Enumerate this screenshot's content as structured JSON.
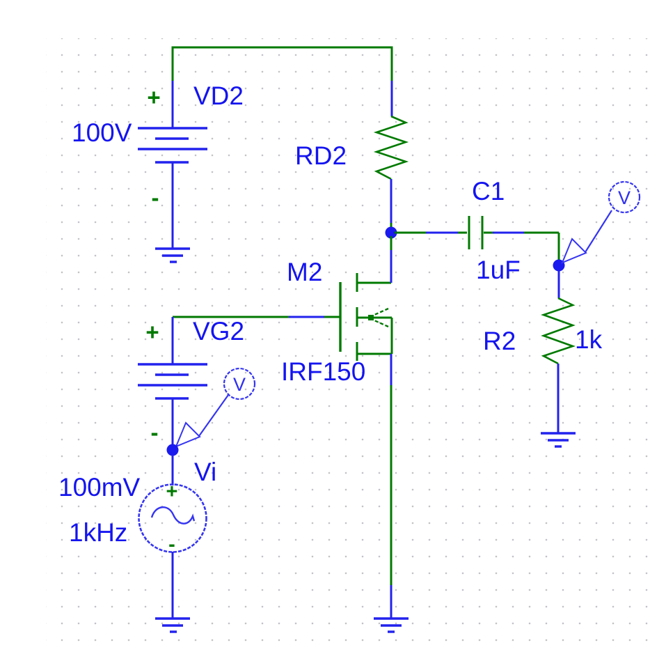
{
  "colors": {
    "wire_blue": "#2222ee",
    "symbol_green": "#007a00",
    "label_blue": "#1414f0",
    "grid_dot": "#c2c2c8",
    "background": "#ffffff"
  },
  "components": {
    "vd2": {
      "ref": "VD2",
      "value": "100V",
      "plus": "+",
      "minus": "-"
    },
    "rd2": {
      "ref": "RD2"
    },
    "c1": {
      "ref": "C1",
      "value": "1uF"
    },
    "r2": {
      "ref": "R2",
      "value": "1k"
    },
    "m2": {
      "ref": "M2",
      "model": "IRF150"
    },
    "vg2": {
      "ref": "VG2",
      "plus": "+",
      "minus": "-"
    },
    "vi": {
      "ref": "Vi",
      "amplitude": "100mV",
      "frequency": "1kHz",
      "plus": "+",
      "minus": "-"
    },
    "probe_output": {
      "label": "V"
    },
    "probe_input": {
      "label": "V"
    }
  }
}
